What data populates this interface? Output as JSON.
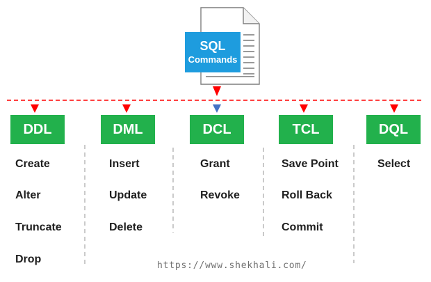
{
  "root": {
    "line1": "SQL",
    "line2": "Commands"
  },
  "categories": [
    {
      "label": "DDL",
      "commands": [
        "Create",
        "Alter",
        "Truncate",
        "Drop"
      ]
    },
    {
      "label": "DML",
      "commands": [
        "Insert",
        "Update",
        "Delete"
      ]
    },
    {
      "label": "DCL",
      "commands": [
        "Grant",
        "Revoke"
      ]
    },
    {
      "label": "TCL",
      "commands": [
        "Save Point",
        "Roll Back",
        "Commit"
      ]
    },
    {
      "label": "DQL",
      "commands": [
        "Select"
      ]
    }
  ],
  "watermark": "https://www.shekhali.com/",
  "colors": {
    "root_box": "#1e9cde",
    "category_box": "#22b14c",
    "connector": "#ff0000",
    "arrow_red": "#ff0000",
    "arrow_blue": "#4472c4",
    "separator": "#a6a6a6"
  },
  "icons": {
    "root": "document-icon"
  }
}
